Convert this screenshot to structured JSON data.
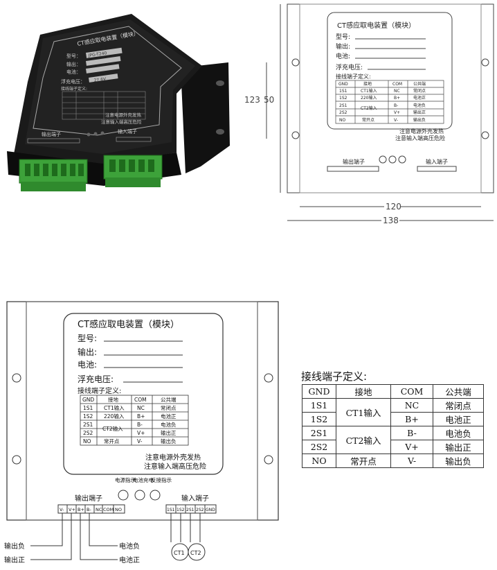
{
  "device": {
    "title": "CT感应取电装置（模块）",
    "field_model": "型号:",
    "field_output": "输出:",
    "field_battery": "电池:",
    "field_float": "浮充电压:",
    "wiring_heading": "接线端子定义:",
    "photo_field_model": "型号：",
    "photo_field_output": "输出：",
    "photo_field_battery": "电池：",
    "photo_field_float": "浮充电压：",
    "model_value": "JPG-T240",
    "float_value": "27.6V"
  },
  "panel_table": {
    "header": [
      "GND",
      "接地",
      "COM",
      "公共端"
    ],
    "rows": [
      [
        "1S1",
        "CT1输入",
        "NC",
        "常闭点"
      ],
      [
        "1S2",
        "220输入",
        "B+",
        "电池正"
      ],
      [
        "2S1",
        "CT2输入",
        "B-",
        "电池负"
      ],
      [
        "2S2",
        "",
        "V+",
        "输出正"
      ],
      [
        "NO",
        "常开点",
        "V-",
        "输出负"
      ]
    ]
  },
  "notes": {
    "line1": "注意电源外壳发热",
    "line2": "注意输入端高压危险"
  },
  "indicators": [
    "电源指示",
    "电池充电",
    "反接指示"
  ],
  "terminals": {
    "output_label": "输出端子",
    "input_label": "输入端子",
    "output_pins": [
      "V-",
      "V+",
      "B+",
      "B-",
      "NC",
      "COM",
      "NO"
    ],
    "input_pins": [
      "1S1",
      "1S2",
      "2S1",
      "2S2",
      "GND"
    ]
  },
  "dimensions": {
    "height_outer": "123",
    "height_inner": "50",
    "width_inner": "120",
    "width_outer": "138"
  },
  "callouts": {
    "out_neg": "输出负",
    "out_pos": "输出正",
    "bat_neg": "电池负",
    "bat_pos": "电池正",
    "ct1": "CT1",
    "ct2": "CT2"
  },
  "wiring_table": {
    "title": "接线端子定义:",
    "rows": [
      [
        "GND",
        "接地",
        "COM",
        "公共端"
      ],
      [
        "1S1",
        "CT1输入",
        "NC",
        "常闭点"
      ],
      [
        "1S2",
        "",
        "B+",
        "电池正"
      ],
      [
        "2S1",
        "CT2输入",
        "B-",
        "电池负"
      ],
      [
        "2S2",
        "",
        "V+",
        "输出正"
      ],
      [
        "NO",
        "常开点",
        "V-",
        "输出负"
      ]
    ]
  }
}
